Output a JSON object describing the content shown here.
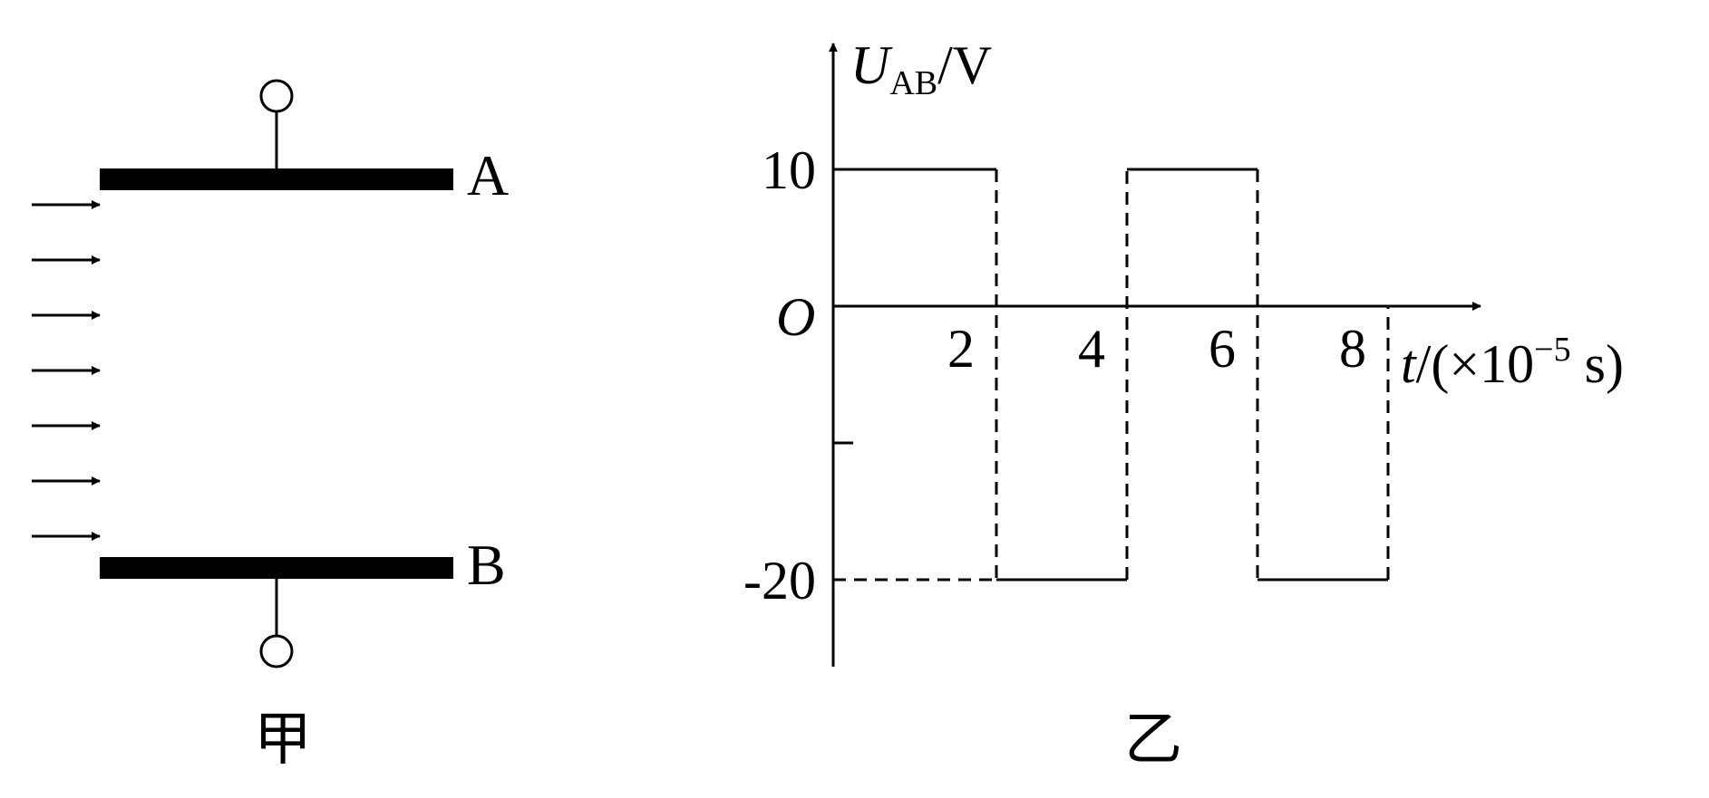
{
  "figure_jia": {
    "caption": "甲",
    "plate_a_label": "A",
    "plate_b_label": "B",
    "beam_arrow_count": 7
  },
  "figure_yi": {
    "caption": "乙",
    "y_axis_symbol": "U",
    "y_axis_subscript": "AB",
    "y_axis_unit": "/V",
    "x_axis_symbol": "t",
    "x_axis_unit_prefix": "/(×10",
    "x_axis_unit_exponent": "−5",
    "x_axis_unit_suffix": " s)",
    "origin_label": "O",
    "y_ticks": [
      "10",
      "-20"
    ],
    "x_ticks": [
      "2",
      "4",
      "6",
      "8"
    ]
  },
  "chart_data": {
    "type": "line",
    "series": [
      {
        "segments": [
          {
            "t": [
              0,
              2.5
            ],
            "u": [
              10,
              10
            ]
          },
          {
            "t": [
              2.5,
              4.5
            ],
            "u": [
              -20,
              -20
            ]
          },
          {
            "t": [
              4.5,
              6.5
            ],
            "u": [
              10,
              10
            ]
          },
          {
            "t": [
              6.5,
              8.5
            ],
            "u": [
              -20,
              -20
            ]
          }
        ]
      }
    ],
    "x_ticks": [
      2,
      4,
      6,
      8
    ],
    "y_ticks": [
      10,
      -20
    ],
    "xlim": [
      0,
      10
    ],
    "ylim": [
      -26,
      20
    ],
    "grid": false
  }
}
